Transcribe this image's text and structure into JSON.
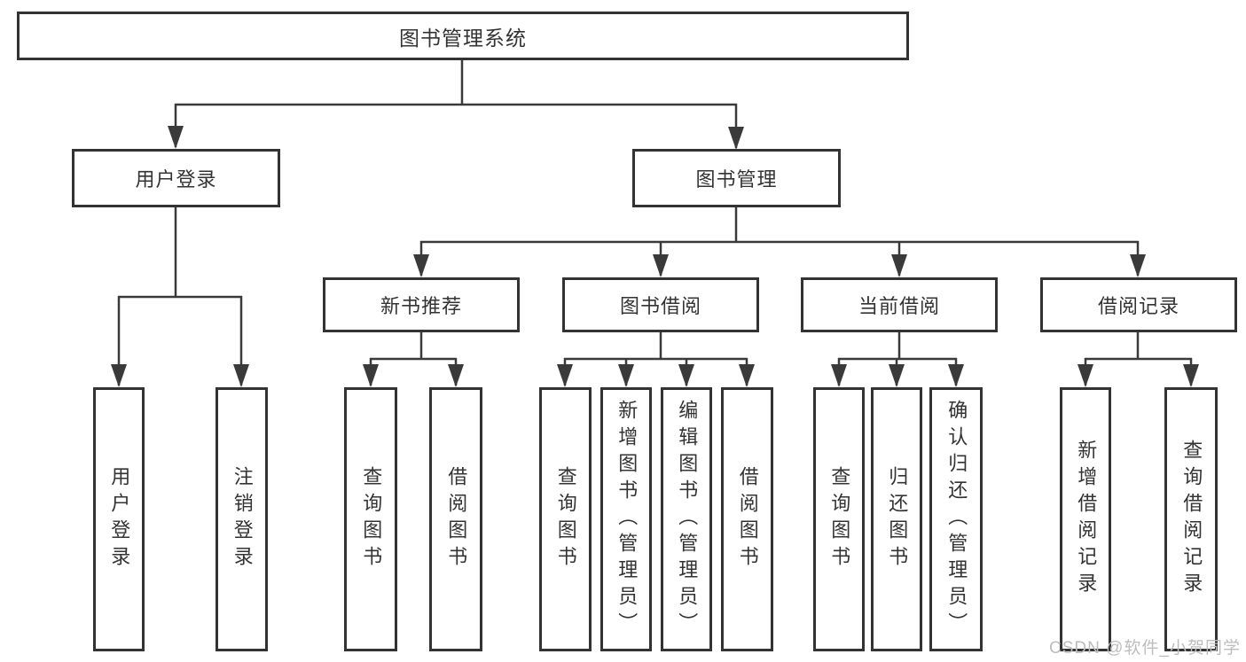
{
  "diagram": {
    "title": "图书管理系统",
    "root": {
      "label": "图书管理系统"
    },
    "branches": [
      {
        "label": "用户登录",
        "children": [
          "用户登录",
          "注销登录"
        ]
      },
      {
        "label": "图书管理",
        "sections": [
          {
            "label": "新书推荐",
            "children": [
              "查询图书",
              "借阅图书"
            ]
          },
          {
            "label": "图书借阅",
            "children": [
              "查询图书",
              "新增图书（管理员）",
              "编辑图书（管理员）",
              "借阅图书"
            ]
          },
          {
            "label": "当前借阅",
            "children": [
              "查询图书",
              "归还图书",
              "确认归还（管理员）"
            ]
          },
          {
            "label": "借阅记录",
            "children": [
              "新增借阅记录",
              "查询借阅记录"
            ]
          }
        ]
      }
    ],
    "watermark": "CSDN @软件_小贺同学",
    "colors": {
      "line": "#3a3a3a",
      "box_border": "#333333",
      "text": "#333333",
      "watermark": "#bdbdbd",
      "background": "#ffffff"
    }
  }
}
